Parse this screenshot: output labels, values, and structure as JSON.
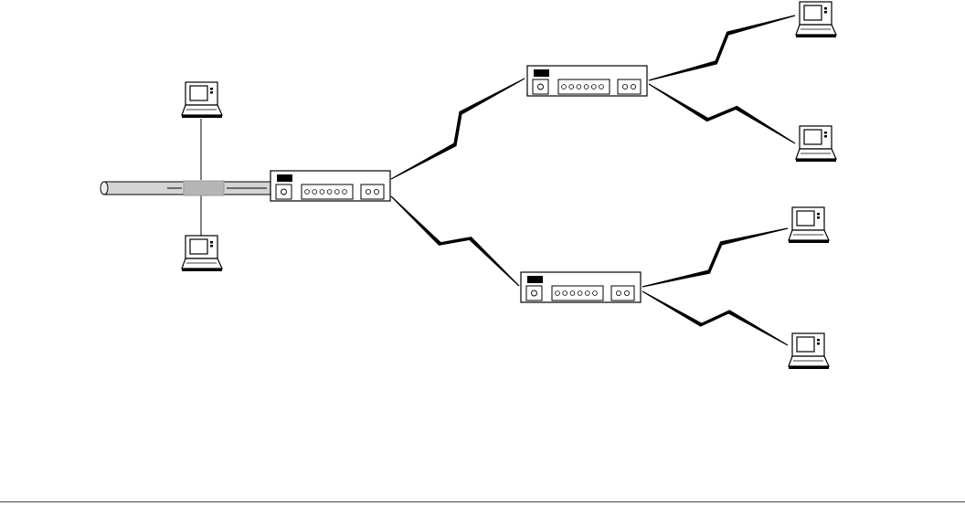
{
  "diagram": {
    "type": "network-topology",
    "background": "#ffffff",
    "line_color": "#000000",
    "bus_fill": "#cfcfcf",
    "tap_fill": "#b5b5b5",
    "nodes": [
      {
        "id": "lan-workstation-top",
        "kind": "laptop-icon"
      },
      {
        "id": "lan-workstation-bottom",
        "kind": "laptop-icon"
      },
      {
        "id": "lan-bus",
        "kind": "ethernet-cable"
      },
      {
        "id": "central-router",
        "kind": "router-icon",
        "port_dots": 6
      },
      {
        "id": "router-upper",
        "kind": "router-icon",
        "port_dots": 6
      },
      {
        "id": "router-lower",
        "kind": "router-icon",
        "port_dots": 6
      },
      {
        "id": "remote-laptop-1",
        "kind": "laptop-icon"
      },
      {
        "id": "remote-laptop-2",
        "kind": "laptop-icon"
      },
      {
        "id": "remote-laptop-3",
        "kind": "laptop-icon"
      },
      {
        "id": "remote-laptop-4",
        "kind": "laptop-icon"
      }
    ],
    "links": [
      {
        "from": "lan-workstation-top",
        "to": "lan-bus",
        "kind": "wired"
      },
      {
        "from": "lan-workstation-bottom",
        "to": "lan-bus",
        "kind": "wired"
      },
      {
        "from": "lan-bus",
        "to": "central-router",
        "kind": "wired"
      },
      {
        "from": "central-router",
        "to": "router-upper",
        "kind": "wireless-bolt"
      },
      {
        "from": "central-router",
        "to": "router-lower",
        "kind": "wireless-bolt"
      },
      {
        "from": "router-upper",
        "to": "remote-laptop-1",
        "kind": "wireless-bolt"
      },
      {
        "from": "router-upper",
        "to": "remote-laptop-2",
        "kind": "wireless-bolt"
      },
      {
        "from": "router-lower",
        "to": "remote-laptop-3",
        "kind": "wireless-bolt"
      },
      {
        "from": "router-lower",
        "to": "remote-laptop-4",
        "kind": "wireless-bolt"
      }
    ]
  }
}
